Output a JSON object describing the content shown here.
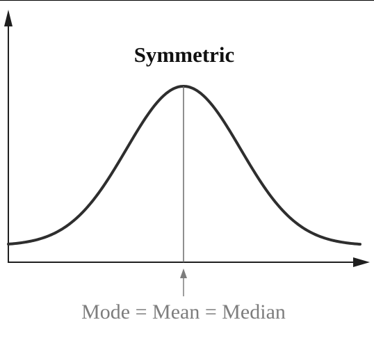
{
  "title": "Symmetric",
  "annotation": "Mode = Mean = Median",
  "colors": {
    "curve": "#2e2e2e",
    "axis": "#1f1f1f",
    "center_line": "#6a6a6a",
    "label": "#7d7d7d",
    "title": "#111111"
  },
  "chart_data": {
    "type": "line",
    "shape": "symmetric bell curve",
    "center_marker": "Mode = Mean = Median"
  }
}
